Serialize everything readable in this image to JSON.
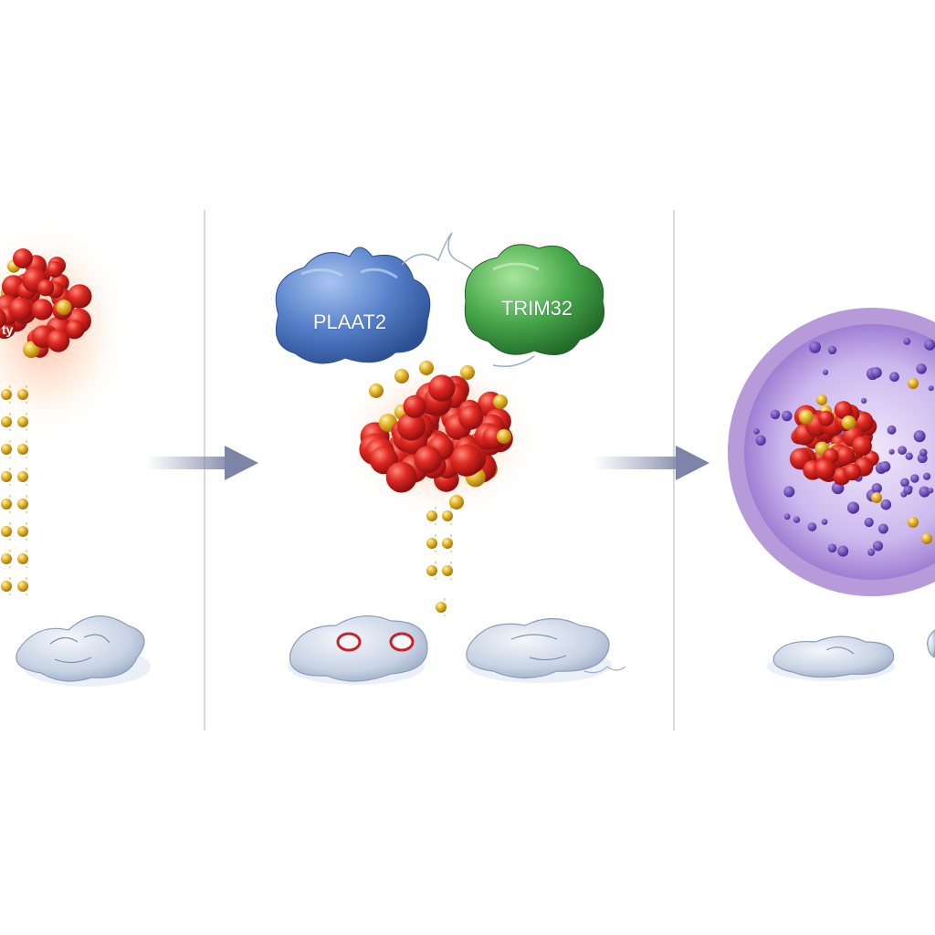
{
  "diagram": {
    "panels": [
      {
        "id": "panel-1",
        "label_fragment": "ty"
      },
      {
        "id": "panel-2",
        "proteins": [
          {
            "name": "PLAAT2",
            "color": "#4f7cc7"
          },
          {
            "name": "TRIM32",
            "color": "#44a04a"
          }
        ]
      },
      {
        "id": "panel-3",
        "compartment_color": "#b79ad9"
      }
    ],
    "colors": {
      "aggregate_red": "#d42525",
      "ubiquitin_gold": "#e0b020",
      "divider": "#c9ccd8",
      "arrow": "#8a90b0",
      "membrane_gray": "#b8c3d6",
      "lysosome_dot": "#5b3aa6"
    }
  }
}
